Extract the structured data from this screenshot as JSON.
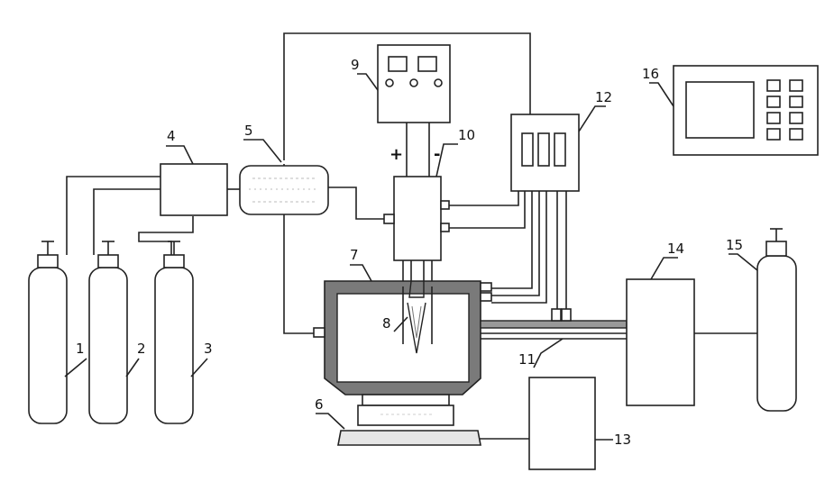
{
  "labels": {
    "cylinder_1": "1",
    "cylinder_2": "2",
    "cylinder_3": "3",
    "mixer": "4",
    "controller": "5",
    "base": "6",
    "chamber": "7",
    "torch": "8",
    "power_supply": "9",
    "gun": "10",
    "pipe": "11",
    "cooling_unit": "12",
    "unit_13": "13",
    "unit_14": "14",
    "cylinder_15": "15",
    "display_16": "16"
  },
  "polarity": {
    "plus": "+",
    "minus": "-"
  }
}
